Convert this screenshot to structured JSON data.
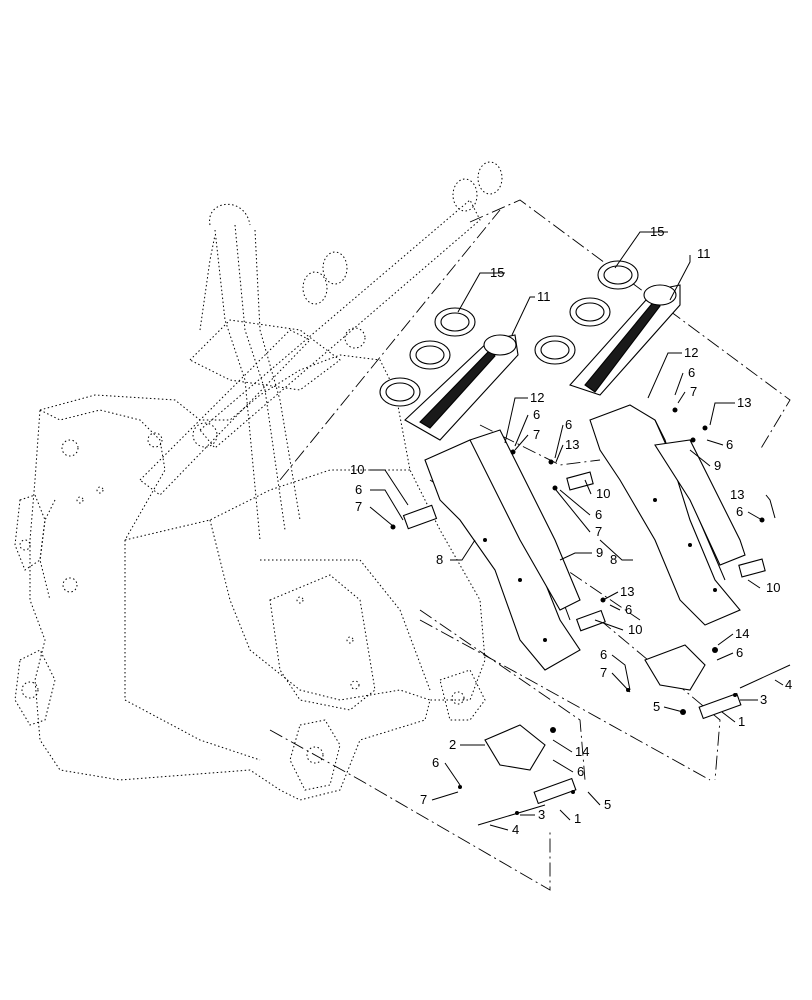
{
  "callouts": [
    {
      "id": "c15a",
      "text": "15"
    },
    {
      "id": "c11a",
      "text": "11"
    },
    {
      "id": "c15b",
      "text": "15"
    },
    {
      "id": "c11b",
      "text": "11"
    },
    {
      "id": "c12a",
      "text": "12"
    },
    {
      "id": "c6a",
      "text": "6"
    },
    {
      "id": "c7a",
      "text": "7"
    },
    {
      "id": "c13a",
      "text": "13"
    },
    {
      "id": "c6b",
      "text": "6"
    },
    {
      "id": "c9a",
      "text": "9"
    },
    {
      "id": "c12b",
      "text": "12"
    },
    {
      "id": "c6c",
      "text": "6"
    },
    {
      "id": "c7b",
      "text": "7"
    },
    {
      "id": "c6d",
      "text": "6"
    },
    {
      "id": "c13b",
      "text": "13"
    },
    {
      "id": "c10a",
      "text": "10"
    },
    {
      "id": "c6e",
      "text": "6"
    },
    {
      "id": "c7c",
      "text": "7"
    },
    {
      "id": "c10b",
      "text": "10"
    },
    {
      "id": "c6f",
      "text": "6"
    },
    {
      "id": "c7d",
      "text": "7"
    },
    {
      "id": "c8a",
      "text": "8"
    },
    {
      "id": "c9b",
      "text": "9"
    },
    {
      "id": "c8b",
      "text": "8"
    },
    {
      "id": "c13c",
      "text": "13"
    },
    {
      "id": "c6g",
      "text": "6"
    },
    {
      "id": "c10c",
      "text": "10"
    },
    {
      "id": "c13d",
      "text": "13"
    },
    {
      "id": "c6h",
      "text": "6"
    },
    {
      "id": "c10d",
      "text": "10"
    },
    {
      "id": "c14a",
      "text": "14"
    },
    {
      "id": "c6i",
      "text": "6"
    },
    {
      "id": "c4a",
      "text": "4"
    },
    {
      "id": "c6j",
      "text": "6"
    },
    {
      "id": "c7e",
      "text": "7"
    },
    {
      "id": "c3a",
      "text": "3"
    },
    {
      "id": "c5a",
      "text": "5"
    },
    {
      "id": "c1a",
      "text": "1"
    },
    {
      "id": "c2",
      "text": "2"
    },
    {
      "id": "c14b",
      "text": "14"
    },
    {
      "id": "c6k",
      "text": "6"
    },
    {
      "id": "c6l",
      "text": "6"
    },
    {
      "id": "c5b",
      "text": "5"
    },
    {
      "id": "c7f",
      "text": "7"
    },
    {
      "id": "c1b",
      "text": "1"
    },
    {
      "id": "c3b",
      "text": "3"
    },
    {
      "id": "c4b",
      "text": "4"
    }
  ]
}
